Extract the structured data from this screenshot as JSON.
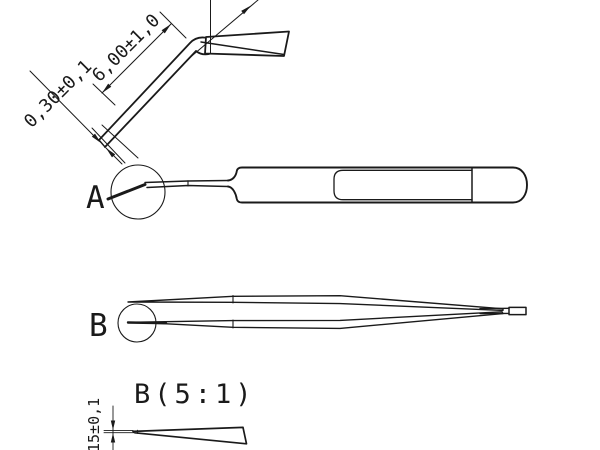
{
  "page": {
    "background": "#ffffff",
    "line_color": "#1a1a1a"
  },
  "tip_detail": {
    "length_dim": "6,00±1,0",
    "tip_width_dim": "0,30±0,1"
  },
  "side_view": {
    "label": "A"
  },
  "top_view": {
    "label": "B"
  },
  "detail_b": {
    "title": "B(5:1)",
    "thickness_dim": "15±0,1"
  }
}
